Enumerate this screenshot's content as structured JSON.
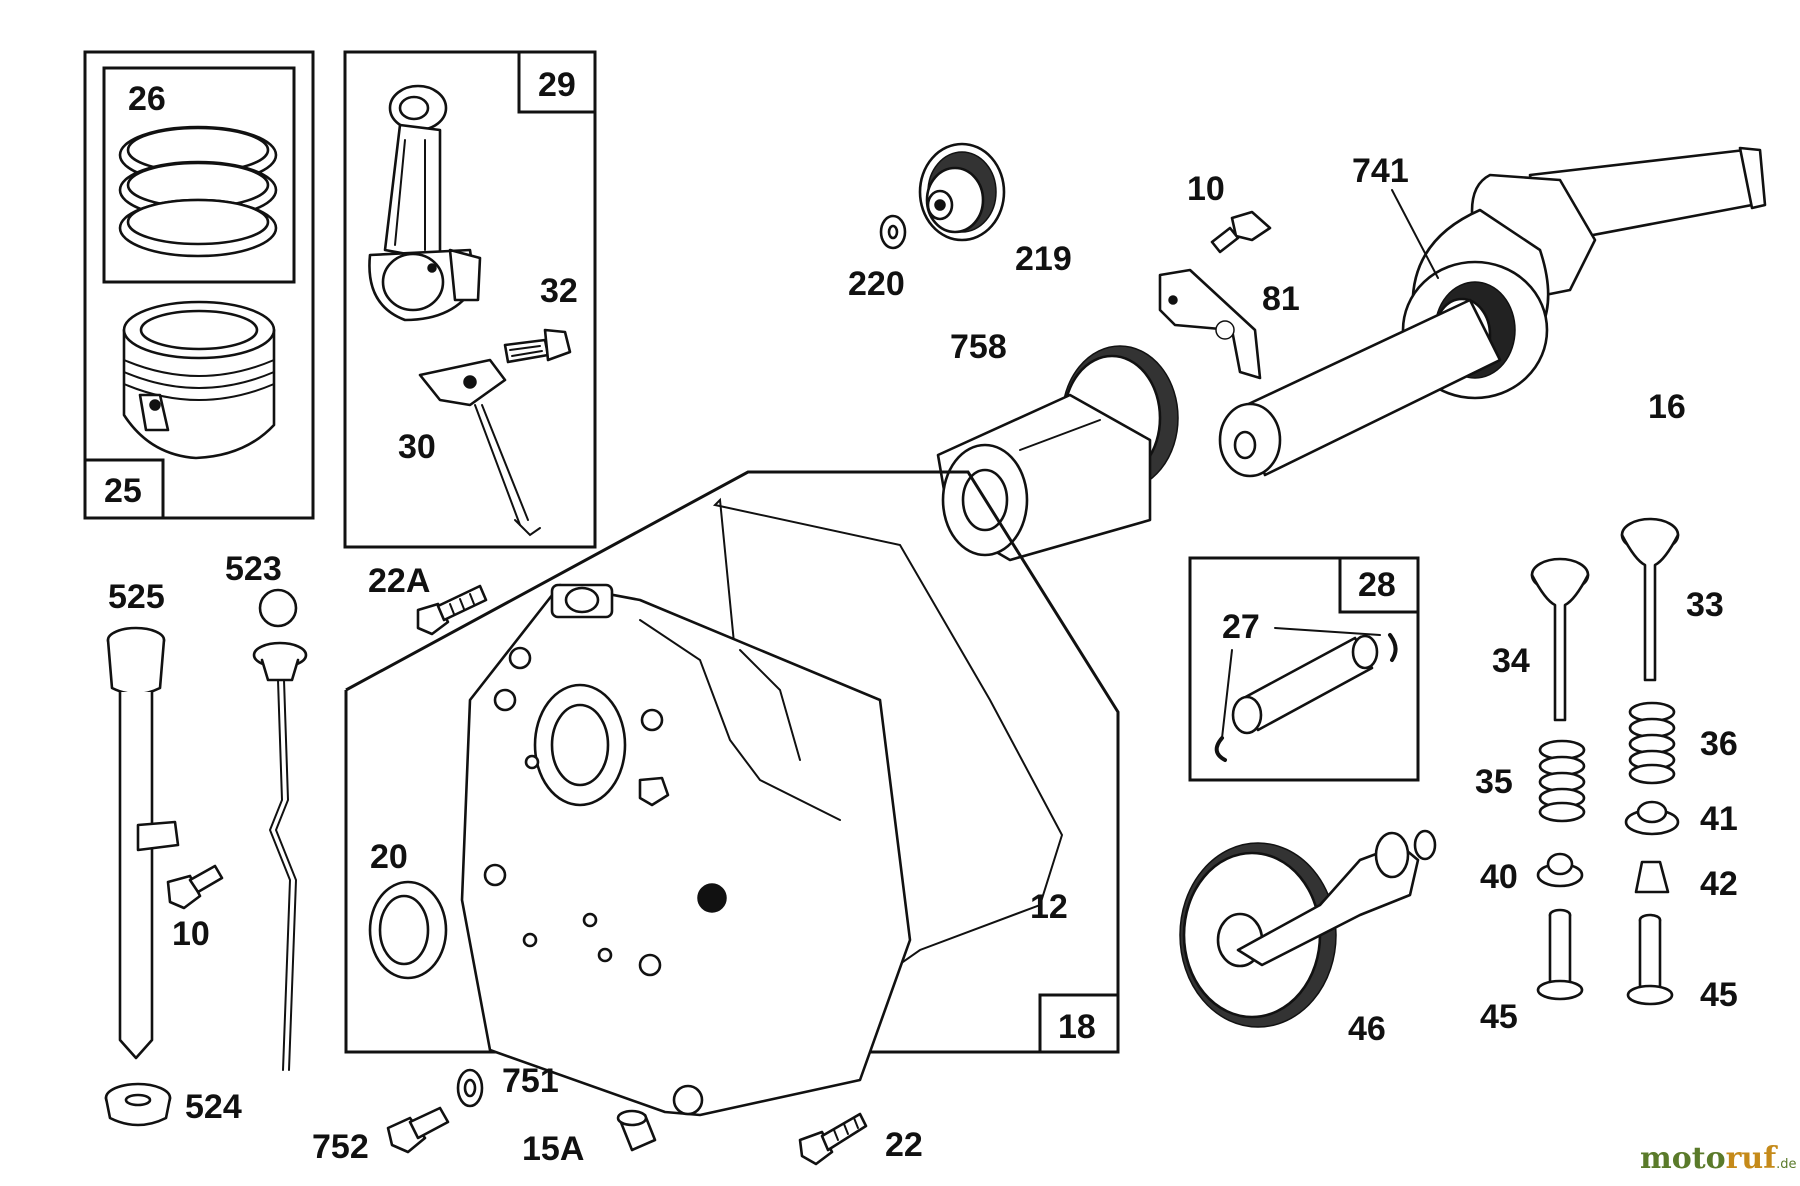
{
  "parts": {
    "p26": "26",
    "p25": "25",
    "p29": "29",
    "p32": "32",
    "p30": "30",
    "p220": "220",
    "p219": "219",
    "p758": "758",
    "p10a": "10",
    "p81": "81",
    "p741": "741",
    "p16": "16",
    "p525": "525",
    "p523": "523",
    "p22A": "22A",
    "p10b": "10",
    "p524": "524",
    "p20": "20",
    "p12": "12",
    "p18": "18",
    "p752": "752",
    "p751": "751",
    "p15A": "15A",
    "p22": "22",
    "p28": "28",
    "p27": "27",
    "p34": "34",
    "p33": "33",
    "p35": "35",
    "p36": "36",
    "p40": "40",
    "p41": "41",
    "p42": "42",
    "p45a": "45",
    "p45b": "45",
    "p46": "46"
  },
  "watermark": {
    "part_a": "moto",
    "part_b": "ruf",
    "suffix": ".de"
  },
  "colors": {
    "line": "#111111",
    "watermark_green": "#5a7a2a",
    "watermark_orange": "#c58a1a"
  }
}
